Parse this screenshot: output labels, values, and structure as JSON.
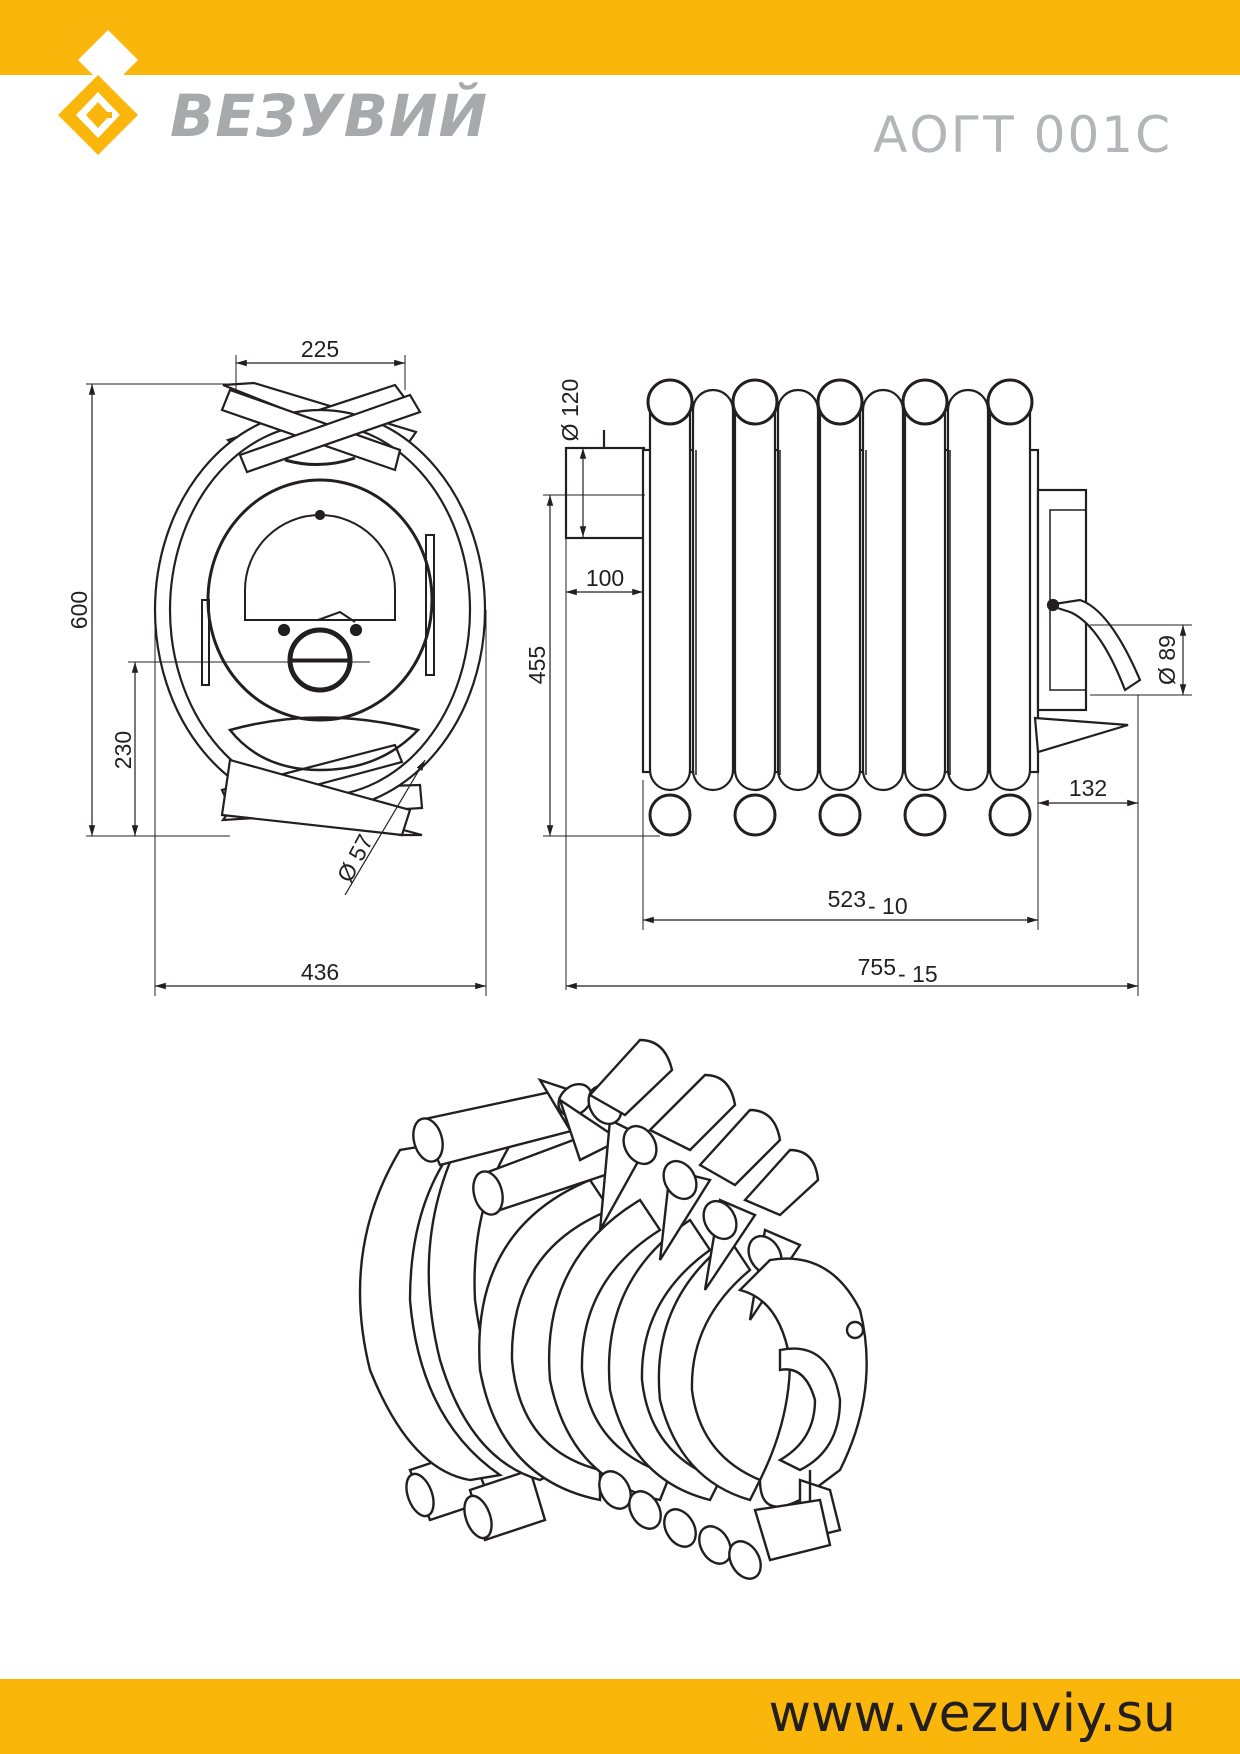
{
  "header": {
    "brand": "ВЕЗУВИЙ",
    "model": "АОГТ 001С",
    "accent_color": "#FBB60B"
  },
  "footer": {
    "url": "www.vezuviy.su"
  },
  "front_view": {
    "dim_top_width": "225",
    "dim_height": "600",
    "dim_axis_height": "230",
    "dim_pipe_diameter": "Ø 57",
    "dim_width": "436"
  },
  "side_view": {
    "dim_flue_diameter": "Ø 120",
    "dim_flue_offset": "100",
    "dim_flue_height": "455",
    "dim_door_diameter": "Ø 89",
    "dim_door_depth": "132",
    "dim_body_length": "523",
    "dim_body_tol": "- 10",
    "dim_total_length": "755",
    "dim_total_tol": "- 15"
  },
  "iso_view": {
    "icon": "stove-isometric-icon"
  }
}
